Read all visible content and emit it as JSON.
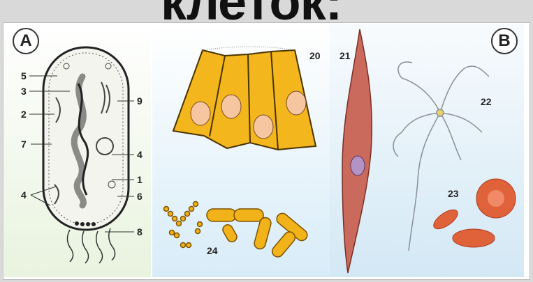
{
  "title": "клеток:",
  "panel_a": {
    "badge": "A"
  },
  "panel_b": {
    "badge": "B"
  },
  "labels": {
    "l1": "1",
    "l2": "2",
    "l3": "3",
    "l4a": "4",
    "l4b": "4",
    "l5": "5",
    "l6": "6",
    "l7": "7",
    "l8": "8",
    "l9": "9",
    "l20": "20",
    "l21": "21",
    "l22": "22",
    "l23": "23",
    "l24": "24"
  },
  "colors": {
    "epithelium": "#f3b61d",
    "nucleus": "#f5c6a0",
    "muscle": "#c96a5c",
    "rbc": "#e0623a",
    "bacteria": "#f2b21a"
  }
}
